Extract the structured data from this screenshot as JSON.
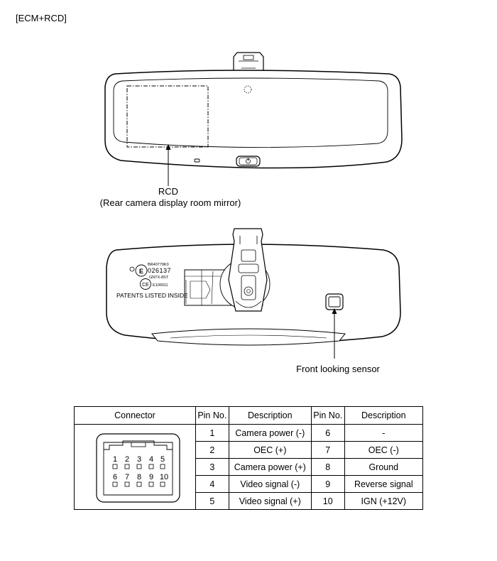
{
  "section_title": "[ECM+RCD]",
  "front_view": {
    "label_line1": "RCD",
    "label_line2": "(Rear camera display room mirror)"
  },
  "rear_view": {
    "marking_line1": "BR40779K0",
    "marking_line2": "026137",
    "marking_line3": "GNTX-8ST",
    "marking_cert": "E100011",
    "patents": "PATENTS LISTED INSIDE",
    "sensor_label": "Front looking sensor"
  },
  "table": {
    "headers": [
      "Connector",
      "Pin No.",
      "Description",
      "Pin No.",
      "Description"
    ],
    "rows": [
      {
        "pin_a": "1",
        "desc_a": "Camera power (-)",
        "pin_b": "6",
        "desc_b": "-"
      },
      {
        "pin_a": "2",
        "desc_a": "OEC (+)",
        "pin_b": "7",
        "desc_b": "OEC (-)"
      },
      {
        "pin_a": "3",
        "desc_a": "Camera power (+)",
        "pin_b": "8",
        "desc_b": "Ground"
      },
      {
        "pin_a": "4",
        "desc_a": "Video signal (-)",
        "pin_b": "9",
        "desc_b": "Reverse signal"
      },
      {
        "pin_a": "5",
        "desc_a": "Video signal (+)",
        "pin_b": "10",
        "desc_b": "IGN (+12V)"
      }
    ],
    "connector_pins_top": [
      "1",
      "2",
      "3",
      "4",
      "5"
    ],
    "connector_pins_bottom": [
      "6",
      "7",
      "8",
      "9",
      "10"
    ]
  }
}
